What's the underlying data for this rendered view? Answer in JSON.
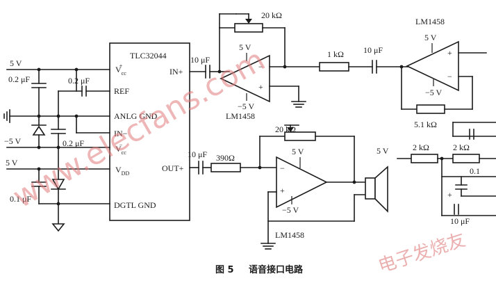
{
  "ic": {
    "name": "TLC32044",
    "pins": {
      "vcc_plus": "V",
      "vcc_plus_sub": "cc",
      "vcc_plus_sup": "+",
      "ref": "REF",
      "anlg_gnd": "ANLG GND",
      "in_minus": "IN−",
      "vcc_minus": "V",
      "vcc_minus_sub": "cc",
      "vcc_minus_sup": "−",
      "vdd": "V",
      "vdd_sub": "DD",
      "dgtl_gnd": "DGTL GND",
      "in_plus": "IN+",
      "out_plus": "OUT+"
    }
  },
  "labels": {
    "supply_5v": "5 V",
    "supply_neg_5v": "−5 V",
    "cap_0_2uf": "0.2 μF",
    "cap_0_1uf": "0.1 μF",
    "cap_10uf": "10 μF",
    "res_20k": "20 kΩ",
    "res_1k": "1 kΩ",
    "res_390": "390Ω",
    "res_5_1k": "5.1 kΩ",
    "res_2k": "2 kΩ",
    "opamp": "LM1458",
    "cap_0_1_partial": "0.1",
    "cap_10uf_partial": "10 μF"
  },
  "watermark": {
    "site": "www.elecfans.com",
    "brand": "电子发烧友"
  },
  "caption": {
    "number": "图 5",
    "title": "语音接口电路"
  }
}
